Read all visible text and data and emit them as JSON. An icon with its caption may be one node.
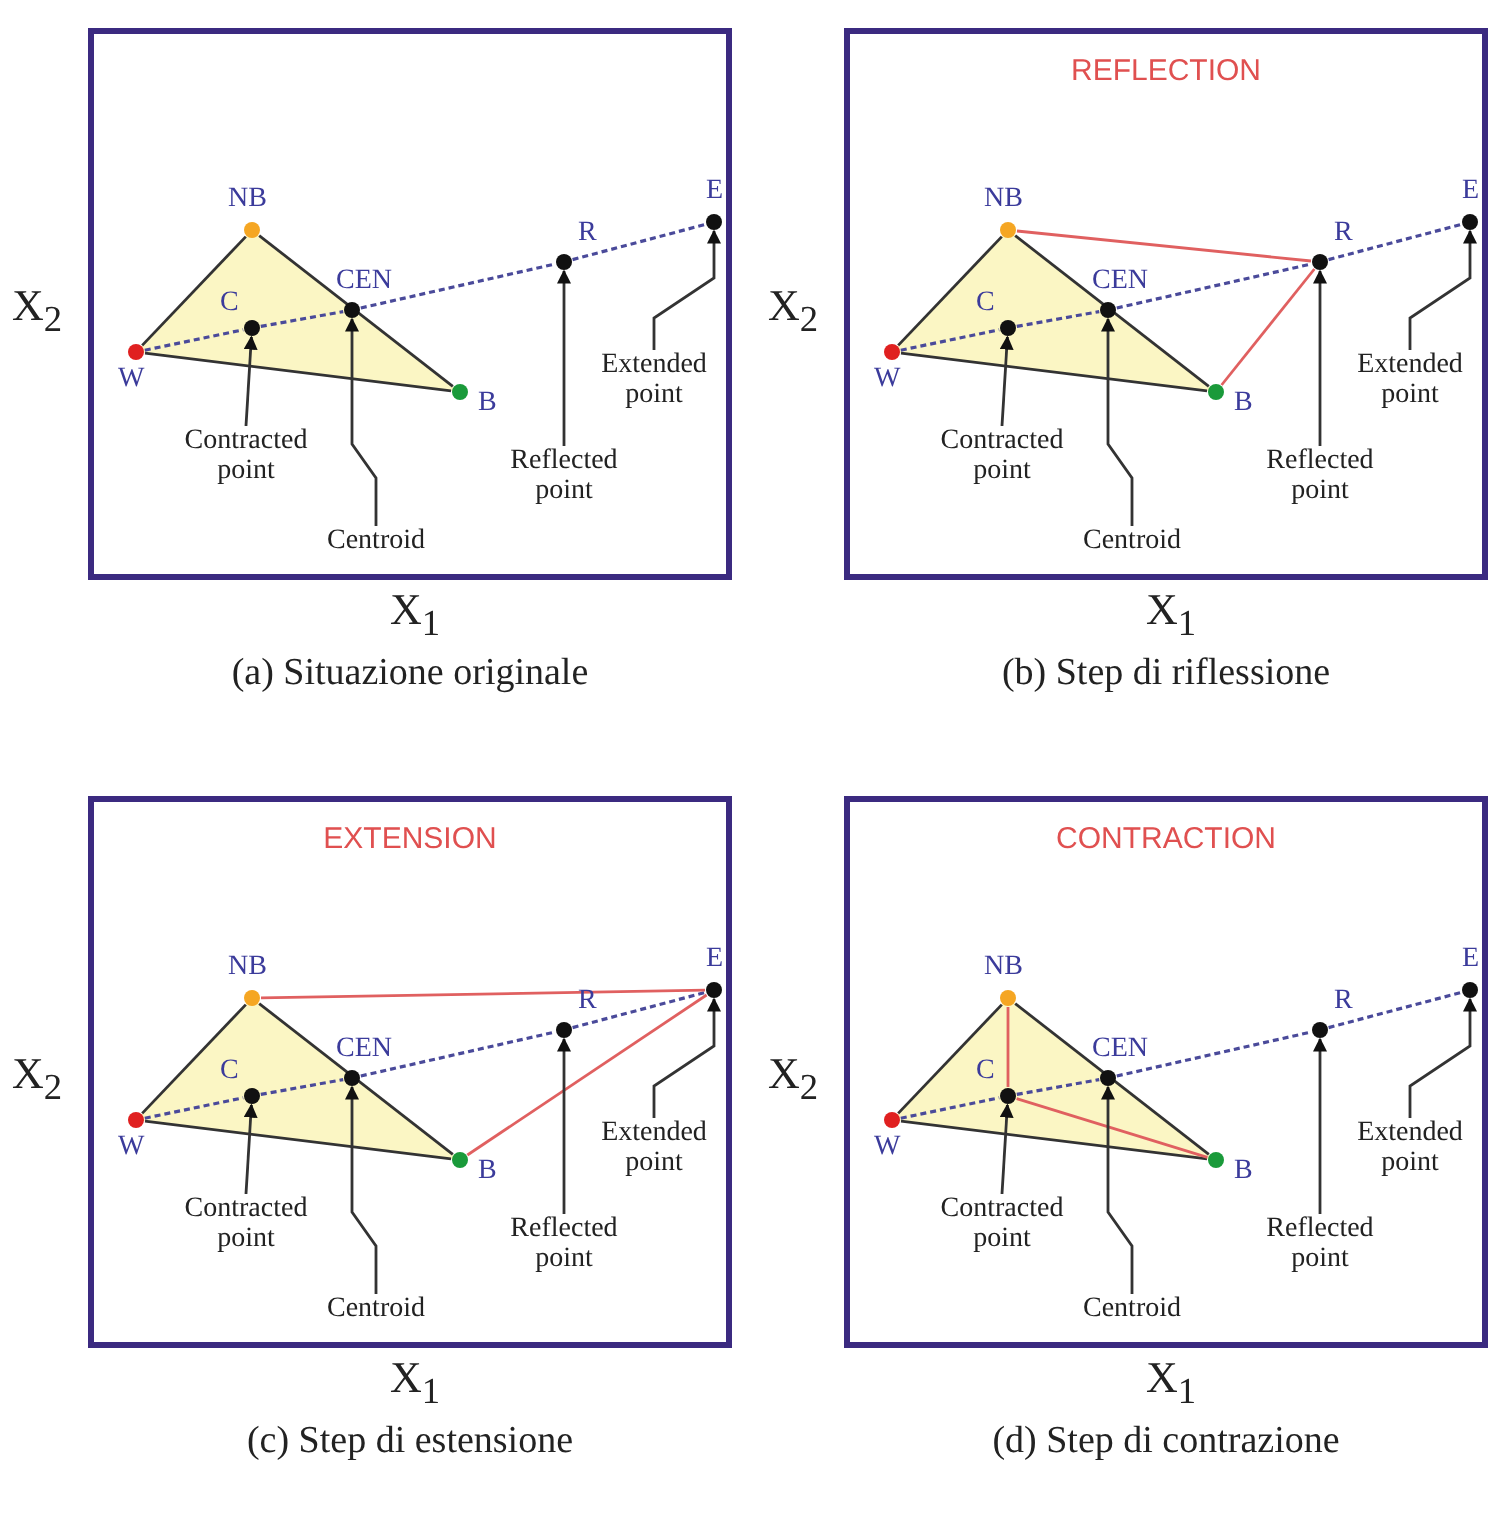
{
  "diagram": {
    "nodes": [
      {
        "text": [],
        "shape": "box",
        "beside": [
          "(a) Situazione originale"
        ]
      },
      {
        "text": [
          "NB"
        ],
        "in": 0
      },
      {
        "text": [
          "C"
        ],
        "in": 0
      },
      {
        "text": [
          "CEN"
        ],
        "in": 0
      },
      {
        "text": [
          "W"
        ],
        "in": 0
      },
      {
        "text": [
          "B"
        ],
        "in": 0
      },
      {
        "text": [
          "R"
        ],
        "in": 0
      },
      {
        "text": [
          "E"
        ],
        "in": 0
      },
      {
        "text": [
          "Contracted point"
        ],
        "in": 0
      },
      {
        "text": [
          "Centroid"
        ],
        "in": 0
      },
      {
        "text": [
          "Reflected point"
        ],
        "in": 0
      },
      {
        "text": [
          "Extended point"
        ],
        "in": 0
      },
      {
        "text": [
          "REFLECTION"
        ],
        "beside": [
          "(b) Step di riflessione"
        ]
      },
      {
        "text": [
          "NB"
        ],
        "in": 12
      },
      {
        "text": [
          "C"
        ],
        "in": 12
      },
      {
        "text": [
          "CEN"
        ],
        "in": 12
      },
      {
        "text": [
          "W"
        ],
        "in": 12
      },
      {
        "text": [
          "B"
        ],
        "in": 12
      },
      {
        "text": [
          "R"
        ],
        "in": 12
      },
      {
        "text": [
          "E"
        ],
        "in": 12
      },
      {
        "text": [
          "Contracted point"
        ],
        "in": 12
      },
      {
        "text": [
          "Centroid"
        ],
        "in": 12
      },
      {
        "text": [
          "Reflected point"
        ],
        "in": 12
      },
      {
        "text": [
          "Extended point"
        ],
        "in": 12
      },
      {
        "text": [
          "EXTENSION"
        ],
        "beside": [
          "(c) Step di estensione"
        ]
      },
      {
        "text": [
          "NB"
        ],
        "in": 24
      },
      {
        "text": [
          "C"
        ],
        "in": 24
      },
      {
        "text": [
          "CEN"
        ],
        "in": 24
      },
      {
        "text": [
          "W"
        ],
        "in": 24
      },
      {
        "text": [
          "B"
        ],
        "in": 24
      },
      {
        "text": [
          "R"
        ],
        "in": 24
      },
      {
        "text": [
          "E"
        ],
        "in": 24
      },
      {
        "text": [
          "Contracted point"
        ],
        "in": 24
      },
      {
        "text": [
          "Centroid"
        ],
        "in": 24
      },
      {
        "text": [
          "Reflected point"
        ],
        "in": 24
      },
      {
        "text": [
          "Extended point"
        ],
        "in": 24
      },
      {
        "text": [
          "CONTRACTION"
        ],
        "beside": [
          "(d) Step di contrazione"
        ]
      },
      {
        "text": [
          "NB"
        ],
        "in": 36
      },
      {
        "text": [
          "C"
        ],
        "in": 36
      },
      {
        "text": [
          "CEN"
        ],
        "in": 36
      },
      {
        "text": [
          "W"
        ],
        "in": 36
      },
      {
        "text": [
          "B"
        ],
        "in": 36
      },
      {
        "text": [
          "R"
        ],
        "in": 36
      },
      {
        "text": [
          "E"
        ],
        "in": 36
      },
      {
        "text": [
          "Contracted point"
        ],
        "in": 36
      },
      {
        "text": [
          "Centroid"
        ],
        "in": 36
      },
      {
        "text": [
          "Reflected point"
        ],
        "in": 36
      },
      {
        "text": [
          "Extended point"
        ],
        "in": 36
      }
    ],
    "edges": [
      {
        "from": 4,
        "to": 1,
        "arrow": "none"
      },
      {
        "from": 1,
        "to": 5,
        "arrow": "none"
      },
      {
        "from": 5,
        "to": 4,
        "arrow": "none"
      },
      {
        "from": 4,
        "to": 2,
        "arrow": "none",
        "style": "dashed",
        "color": "#4a4a9a"
      },
      {
        "from": 2,
        "to": 3,
        "arrow": "none",
        "style": "dashed",
        "color": "#4a4a9a"
      },
      {
        "from": 3,
        "to": 6,
        "arrow": "none",
        "style": "dashed",
        "color": "#4a4a9a"
      },
      {
        "from": 6,
        "to": 7,
        "arrow": "none",
        "style": "dashed",
        "color": "#4a4a9a"
      },
      {
        "from": 8,
        "to": 2,
        "arrow": "to"
      },
      {
        "from": 9,
        "to": 3,
        "arrow": "to"
      },
      {
        "from": 10,
        "to": 6,
        "arrow": "to"
      },
      {
        "from": 11,
        "to": 7,
        "arrow": "to"
      },
      {
        "from": 16,
        "to": 13,
        "arrow": "none"
      },
      {
        "from": 13,
        "to": 17,
        "arrow": "none"
      },
      {
        "from": 17,
        "to": 16,
        "arrow": "none"
      },
      {
        "from": 16,
        "to": 14,
        "arrow": "none",
        "style": "dashed",
        "color": "#4a4a9a"
      },
      {
        "from": 14,
        "to": 15,
        "arrow": "none",
        "style": "dashed",
        "color": "#4a4a9a"
      },
      {
        "from": 15,
        "to": 18,
        "arrow": "none",
        "style": "dashed",
        "color": "#4a4a9a"
      },
      {
        "from": 18,
        "to": 19,
        "arrow": "none",
        "style": "dashed",
        "color": "#4a4a9a"
      },
      {
        "from": 13,
        "to": 18,
        "arrow": "none",
        "color": "#e06060"
      },
      {
        "from": 17,
        "to": 18,
        "arrow": "none",
        "color": "#e06060"
      },
      {
        "from": 20,
        "to": 14,
        "arrow": "to"
      },
      {
        "from": 21,
        "to": 15,
        "arrow": "to"
      },
      {
        "from": 22,
        "to": 18,
        "arrow": "to"
      },
      {
        "from": 23,
        "to": 19,
        "arrow": "to"
      },
      {
        "from": 28,
        "to": 25,
        "arrow": "none"
      },
      {
        "from": 25,
        "to": 29,
        "arrow": "none"
      },
      {
        "from": 29,
        "to": 28,
        "arrow": "none"
      },
      {
        "from": 28,
        "to": 26,
        "arrow": "none",
        "style": "dashed",
        "color": "#4a4a9a"
      },
      {
        "from": 26,
        "to": 27,
        "arrow": "none",
        "style": "dashed",
        "color": "#4a4a9a"
      },
      {
        "from": 27,
        "to": 30,
        "arrow": "none",
        "style": "dashed",
        "color": "#4a4a9a"
      },
      {
        "from": 30,
        "to": 31,
        "arrow": "none",
        "style": "dashed",
        "color": "#4a4a9a"
      },
      {
        "from": 25,
        "to": 31,
        "arrow": "none",
        "color": "#e06060"
      },
      {
        "from": 29,
        "to": 31,
        "arrow": "none",
        "color": "#e06060"
      },
      {
        "from": 32,
        "to": 26,
        "arrow": "to"
      },
      {
        "from": 33,
        "to": 27,
        "arrow": "to"
      },
      {
        "from": 34,
        "to": 30,
        "arrow": "to"
      },
      {
        "from": 35,
        "to": 31,
        "arrow": "to"
      },
      {
        "from": 40,
        "to": 37,
        "arrow": "none"
      },
      {
        "from": 37,
        "to": 41,
        "arrow": "none"
      },
      {
        "from": 41,
        "to": 40,
        "arrow": "none"
      },
      {
        "from": 40,
        "to": 38,
        "arrow": "none",
        "style": "dashed",
        "color": "#4a4a9a"
      },
      {
        "from": 38,
        "to": 39,
        "arrow": "none",
        "style": "dashed",
        "color": "#4a4a9a"
      },
      {
        "from": 39,
        "to": 42,
        "arrow": "none",
        "style": "dashed",
        "color": "#4a4a9a"
      },
      {
        "from": 42,
        "to": 43,
        "arrow": "none",
        "style": "dashed",
        "color": "#4a4a9a"
      },
      {
        "from": 37,
        "to": 38,
        "arrow": "none",
        "color": "#e06060"
      },
      {
        "from": 41,
        "to": 38,
        "arrow": "none",
        "color": "#e06060"
      },
      {
        "from": 44,
        "to": 38,
        "arrow": "to"
      },
      {
        "from": 45,
        "to": 39,
        "arrow": "to"
      },
      {
        "from": 46,
        "to": 42,
        "arrow": "to"
      },
      {
        "from": 47,
        "to": 43,
        "arrow": "to"
      }
    ],
    "labels": [
      "X$_{2}$",
      "X$_{1}$",
      "X$_{2}$",
      "X$_{1}$",
      "X$_{2}$",
      "X$_{1}$",
      "X$_{2}$",
      "X$_{1}$"
    ]
  }
}
